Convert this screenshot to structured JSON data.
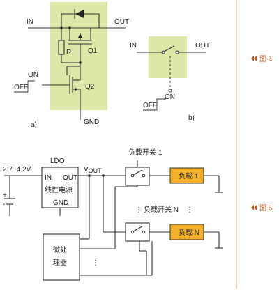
{
  "figure4": {
    "label": "图 4",
    "a": {
      "in": "IN",
      "out": "OUT",
      "r": "R",
      "q1": "Q1",
      "q2": "Q2",
      "on": "ON",
      "off": "OFF",
      "gnd": "GND",
      "caption": "a)"
    },
    "b": {
      "in": "IN",
      "out": "OUT",
      "on": "ON",
      "off": "OFF",
      "caption": "b)"
    }
  },
  "figure5": {
    "label": "图 5",
    "voltage": "2.7~4.2V",
    "ldo_title": "LDO",
    "ldo_in": "IN",
    "ldo_out": "OUT",
    "ldo_name": "线性电源",
    "ldo_gnd": "GND",
    "vout_main": "V",
    "vout_sub": "OUT",
    "plus": "+",
    "minus": "-",
    "switch1_label": "负载开关 1",
    "switchN_label": "负载开关 N",
    "load1": "负载 1",
    "loadN": "负载 N",
    "mcu_line1": "微处",
    "mcu_line2": "理器",
    "ellipsis": "⋮"
  },
  "colors": {
    "panel_fill": "#dde7a7",
    "load_fill": "#f3b12a",
    "divider": "#e0a080",
    "accent": "#c85a2a"
  }
}
